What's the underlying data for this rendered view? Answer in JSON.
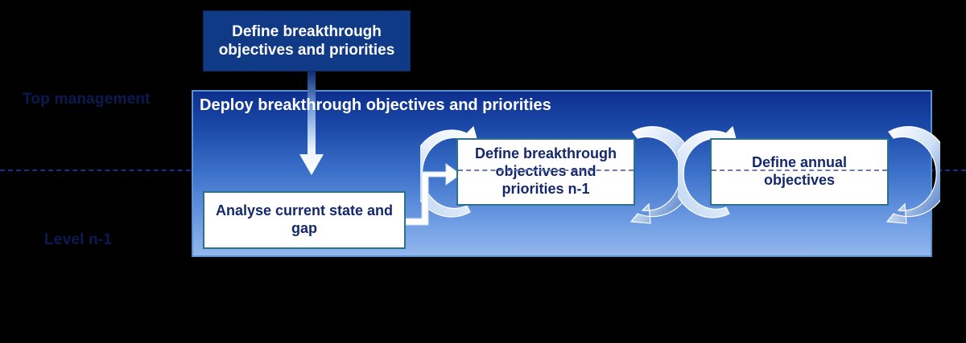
{
  "labels": {
    "top_level": "Top management",
    "lower_level": "Level n-1"
  },
  "top_box": {
    "text": "Define breakthrough objectives and priorities"
  },
  "panel": {
    "title": "Deploy breakthrough objectives and priorities"
  },
  "boxes": [
    {
      "id": "analyse",
      "text": "Analyse current state and gap"
    },
    {
      "id": "define_n1",
      "text": "Define breakthrough objectives and priorities n-1"
    },
    {
      "id": "annual",
      "text": "Define annual objectives"
    }
  ],
  "icons": {
    "down_arrow": "down-arrow-icon",
    "elbow_connector": "elbow-connector-icon",
    "catchball_left_1": "circular-arrow-up-right-icon",
    "catchball_right_1": "circular-arrow-down-left-icon",
    "catchball_left_2": "circular-arrow-up-right-icon",
    "catchball_right_2": "circular-arrow-down-left-icon",
    "divider": "dashed-divider-icon"
  },
  "colors": {
    "background": "#000000",
    "top_box_fill": "#113a86",
    "panel_gradient_top": "#0e2f8e",
    "panel_gradient_bottom": "#93b7ee",
    "panel_border": "#5b91cf",
    "box_fill": "#ffffff",
    "box_border": "#2c7288",
    "box_text": "#14296b",
    "side_label_text": "#0b1a52",
    "divider_color": "#1b2f8f"
  }
}
